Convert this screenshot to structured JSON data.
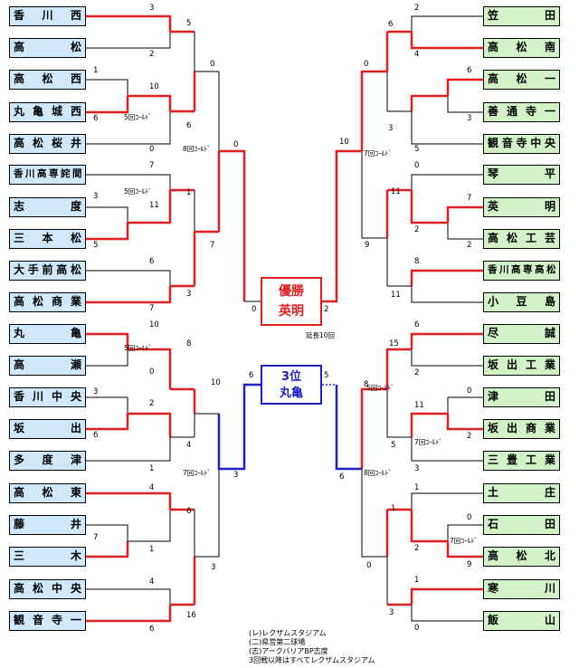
{
  "left_teams": [
    "香川西",
    "高松",
    "高松西",
    "丸亀城西",
    "高松桜井",
    "香川高専詫間",
    "志度",
    "三本松",
    "大手前高松",
    "高松商業",
    "丸亀",
    "高瀬",
    "香川中央",
    "坂出",
    "多度津",
    "高松東",
    "藤井",
    "三木",
    "高松中央",
    "観音寺一"
  ],
  "right_teams": [
    "笠田",
    "高松南",
    "高松一",
    "善通寺一",
    "観音寺中央",
    "琴平",
    "英明",
    "高松工芸",
    "香川高専高松",
    "小豆島",
    "尽誠",
    "坂出工業",
    "津田",
    "坂出商業",
    "三豊工業",
    "土庄",
    "石田",
    "高松北",
    "寒川",
    "飯山"
  ],
  "champion": {
    "label": "優勝",
    "team": "英明"
  },
  "third_place": {
    "label": "3位",
    "team": "丸亀"
  },
  "legend": [
    "(レ)レクザムスタジアム",
    "(二)県営第二球場",
    "(志)アークバリアBP志度",
    "3回戦以降はすべてレクザムスタジアム"
  ],
  "notes": {
    "gold5_a": "5回ｺｰﾙﾄﾞ",
    "gold5_b": "5回ｺｰﾙﾄﾞ",
    "gold8": "8回ｺｰﾙﾄﾞ",
    "gold5_c": "5回ｺｰﾙﾄﾞ",
    "gold7_l": "7回ｺｰﾙﾄﾞ",
    "gold7_r1": "7回ｺｰﾙﾄﾞ",
    "gold5_r": "5回ｺｰﾙﾄﾞ",
    "gold7_r2": "7回ｺｰﾙﾄﾞ",
    "gold8_r": "8回ｺｰﾙﾄﾞ",
    "gold7_r3": "7回ｺｰﾙﾄﾞ",
    "extra": "延長10回"
  },
  "scores": {
    "l1": "3",
    "l2": "2",
    "l3": "1",
    "l4": "6",
    "l5": "10",
    "l6": "0",
    "l7": "5",
    "l8": "6",
    "l9": "0",
    "l10": "0",
    "l11": "3",
    "l12": "5",
    "l13": "11",
    "l14": "1",
    "l15": "7",
    "l16": "6",
    "l17": "7",
    "l18": "3",
    "l19": "7",
    "l20": "0",
    "l21": "10",
    "l22": "0",
    "l23": "8",
    "l24": "3",
    "l25": "6",
    "l26": "2",
    "l27": "4",
    "l28": "1",
    "l29": "10",
    "l30": "3",
    "l31": "4",
    "l32": "7",
    "l33": "1",
    "l34": "6",
    "l35": "4",
    "l36": "6",
    "l37": "3",
    "l38": "16",
    "l39": "6",
    "r1": "2",
    "r2": "4",
    "r3": "6",
    "r4": "3",
    "r5": "6",
    "r6": "3",
    "r7": "5",
    "r8": "0",
    "r9": "10",
    "r10": "7",
    "r11": "2",
    "r12": "0",
    "r13": "11",
    "r14": "2",
    "r15": "8",
    "r16": "11",
    "r17": "9",
    "r18": "2",
    "r19": "6",
    "r20": "2",
    "r21": "15",
    "r22": "0",
    "r23": "2",
    "r24": "11",
    "r25": "5",
    "r26": "3",
    "r27": "8",
    "r28": "6",
    "r29": "5",
    "r30": "1",
    "r31": "0",
    "r32": "2",
    "r33": "9",
    "r34": "1",
    "r35": "0",
    "r36": "1",
    "r37": "0",
    "r38": "3"
  },
  "colors": {
    "win": "#e02020",
    "lose": "#000000",
    "third": "#2020c8",
    "left_fill": "#cfe8fb",
    "right_fill": "#d2f2c8"
  }
}
